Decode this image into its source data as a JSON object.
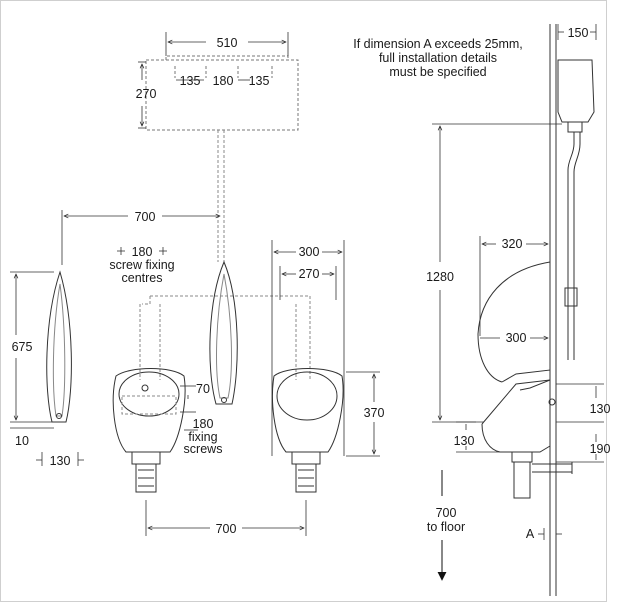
{
  "dimensions": {
    "cistern_width": "510",
    "cistern_left_spacing": "135",
    "cistern_center_spacing": "180",
    "cistern_right_spacing": "135",
    "cistern_height": "270",
    "urinal_spacing_top": "700",
    "screw_fixing_value": "180",
    "screw_fixing_label_1": "screw fixing",
    "screw_fixing_label_2": "centres",
    "spreader_height": "675",
    "bottom_offset": "10",
    "spreader_width": "130",
    "outer_width": "300",
    "inner_width": "270",
    "bowl_height": "370",
    "fixing_height": "70",
    "fixing_screws_value": "180",
    "fixing_screws_label_1": "fixing",
    "fixing_screws_label_2": "screws",
    "urinal_spacing_bottom": "700",
    "side_cistern_depth": "150",
    "side_height": "1280",
    "side_projection_outer": "320",
    "side_projection_inner": "300",
    "side_130_right": "130",
    "side_190": "190",
    "side_130_left": "130",
    "floor_value": "700",
    "floor_label": "to floor",
    "a_label": "A"
  },
  "note": {
    "line1": "If dimension A exceeds 25mm,",
    "line2": "full installation details",
    "line3": "must be specified"
  }
}
